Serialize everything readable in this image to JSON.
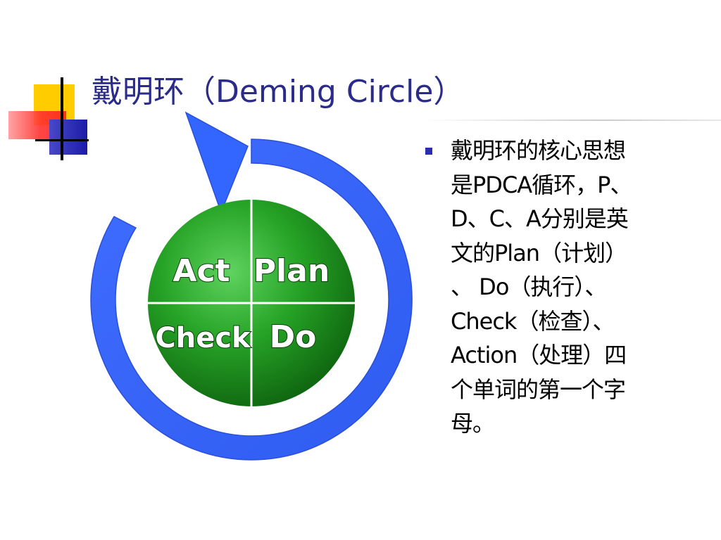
{
  "slide": {
    "title_cn": "戴明环（",
    "title_en": "Deming Circle",
    "title_close": "）",
    "title_color": "#2b2b8c"
  },
  "diagram": {
    "quadrants": {
      "top_left": "Act",
      "top_right": "Plan",
      "bottom_left": "Check",
      "bottom_right": "Do"
    },
    "arrow_color": "#3366ff",
    "circle_color": "#1f8f1f"
  },
  "bullet": {
    "text": "戴明环的核心思想\n是PDCA循环，P、\nD、C、A分别是英\n文的Plan（计划）\n、 Do（执行）、\nCheck（检查）、\nAction（处理）四\n个单词的第一个字\n母。",
    "marker_color": "#2b2bb5"
  }
}
